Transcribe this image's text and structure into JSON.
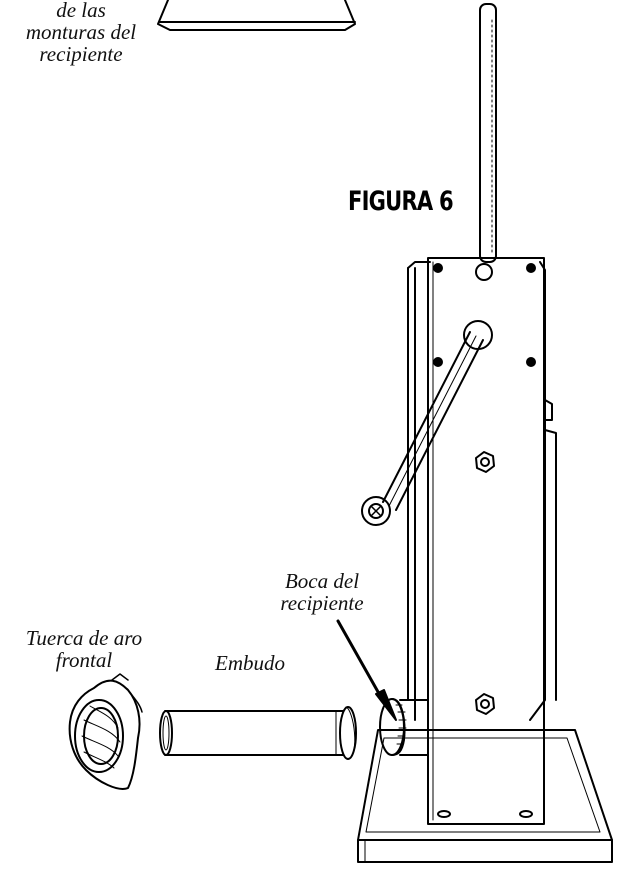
{
  "figure_title": "FIGURA 6",
  "labels": {
    "mounts": [
      "de las",
      "monturas del",
      "recipiente"
    ],
    "nut": [
      "Tuerca de aro",
      "frontal"
    ],
    "funnel": "Embudo",
    "mouth": [
      "Boca del",
      "recipiente"
    ]
  },
  "colors": {
    "ink": "#000000",
    "paper": "#ffffff"
  }
}
